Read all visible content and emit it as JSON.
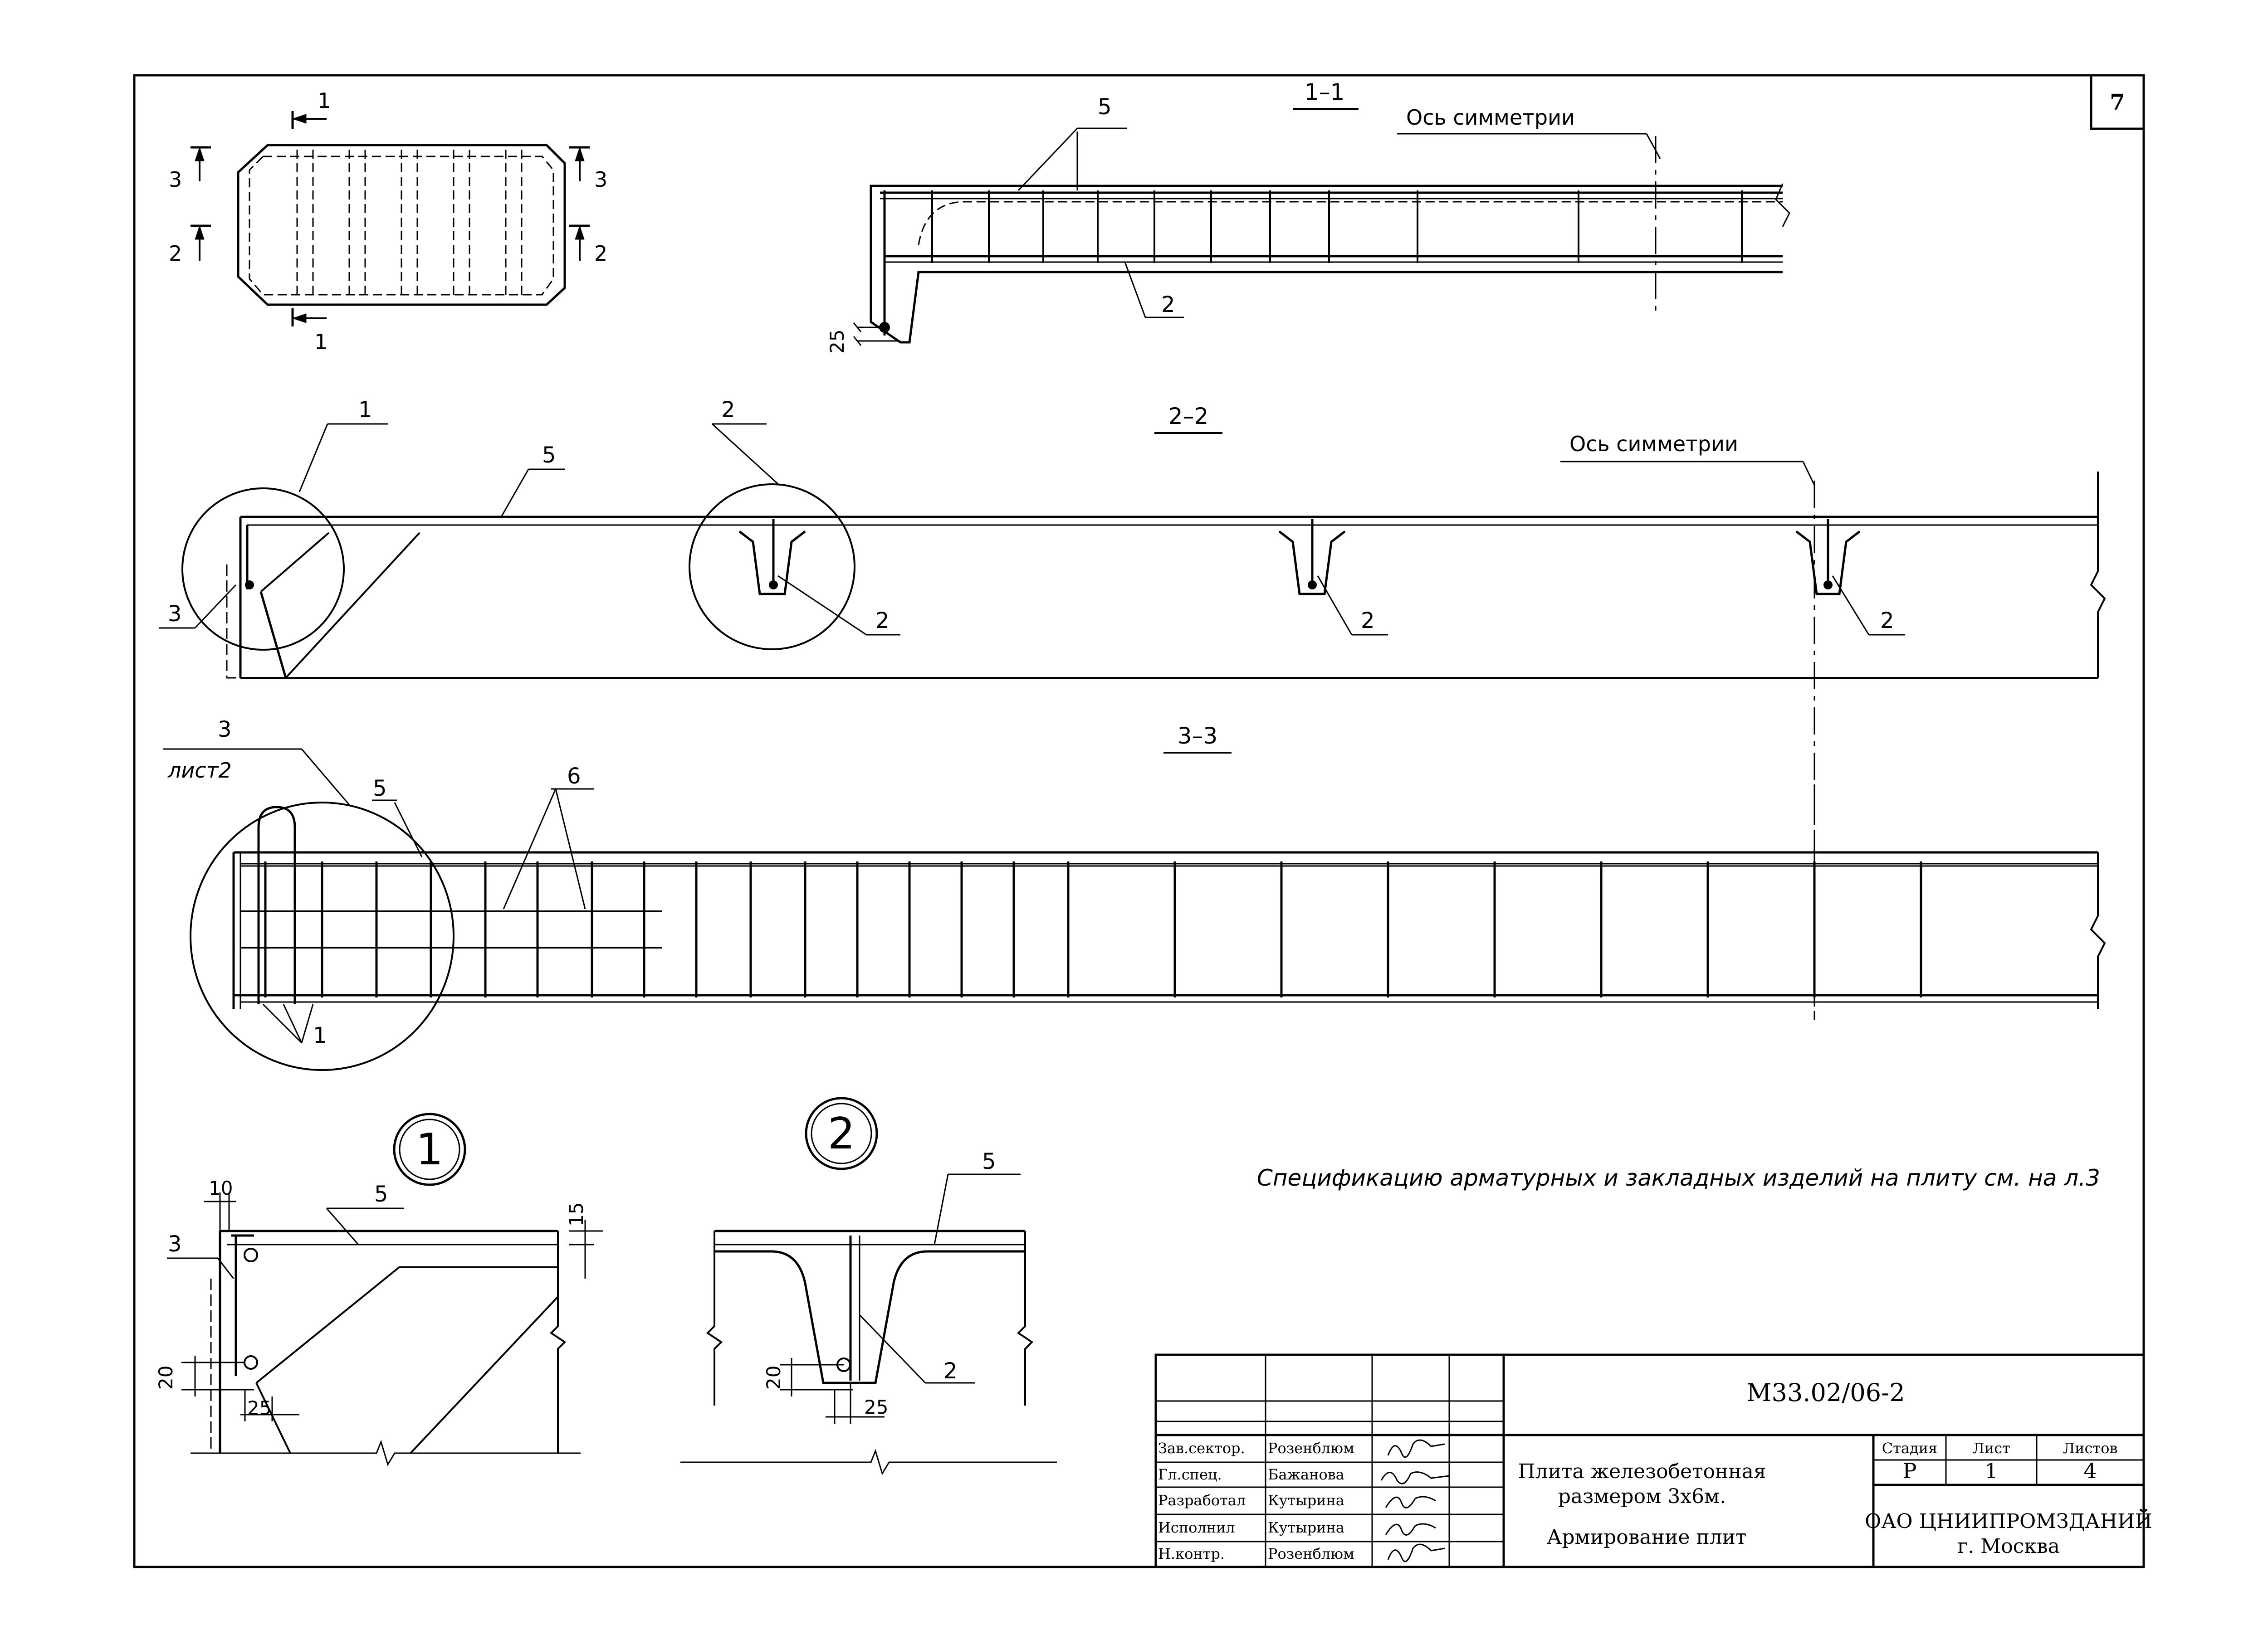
{
  "sheet": {
    "page_number": "7",
    "note": "Спецификацию арматурных и закладных изделий на плиту см. на л.3"
  },
  "plan": {
    "cut_1_top": "1",
    "cut_1_bottom": "1",
    "cut_3_left": "3",
    "cut_3_right": "3",
    "cut_2_left": "2",
    "cut_2_right": "2"
  },
  "section_1_1": {
    "title": "1–1",
    "axis_label": "Ось симметрии",
    "leader_top": "5",
    "leader_bottom": "2",
    "dim": "25"
  },
  "section_2_2": {
    "title": "2–2",
    "axis_label": "Ось симметрии",
    "callout_1": "1",
    "callout_2": "2",
    "leader_5": "5",
    "leader_3": "3",
    "rib_labels": [
      "2",
      "2",
      "2"
    ]
  },
  "section_3_3": {
    "title": "3–3",
    "detail_ref": "3",
    "detail_sheet": "лист2",
    "leader_5": "5",
    "leader_6": "6",
    "leader_1": "1"
  },
  "node_1": {
    "number": "1",
    "dim_top": "10",
    "label_5": "5",
    "dim_right": "15",
    "label_3": "3",
    "dim_left": "20",
    "dim_bottom": "25"
  },
  "node_2": {
    "number": "2",
    "label_5": "5",
    "label_2": "2",
    "dim_left": "20",
    "dim_bottom": "25"
  },
  "title_block": {
    "code": "М33.02/06-2",
    "rows": [
      {
        "role": "Зав.сектор.",
        "name": "Розенблюм"
      },
      {
        "role": "Гл.спец.",
        "name": "Бажанова"
      },
      {
        "role": "Разработал",
        "name": "Кутырина"
      },
      {
        "role": "Исполнил",
        "name": "Кутырина"
      },
      {
        "role": "Н.контр.",
        "name": "Розенблюм"
      }
    ],
    "title_line1": "Плита железобетонная",
    "title_line2": "размером 3х6м.",
    "title_line3": "Армирование плит",
    "stage_header": "Стадия",
    "sheet_header": "Лист",
    "sheets_header": "Листов",
    "stage": "Р",
    "sheet": "1",
    "sheets": "4",
    "org_line1": "ОАО ЦНИИПРОМЗДАНИЙ",
    "org_line2": "г. Москва"
  }
}
